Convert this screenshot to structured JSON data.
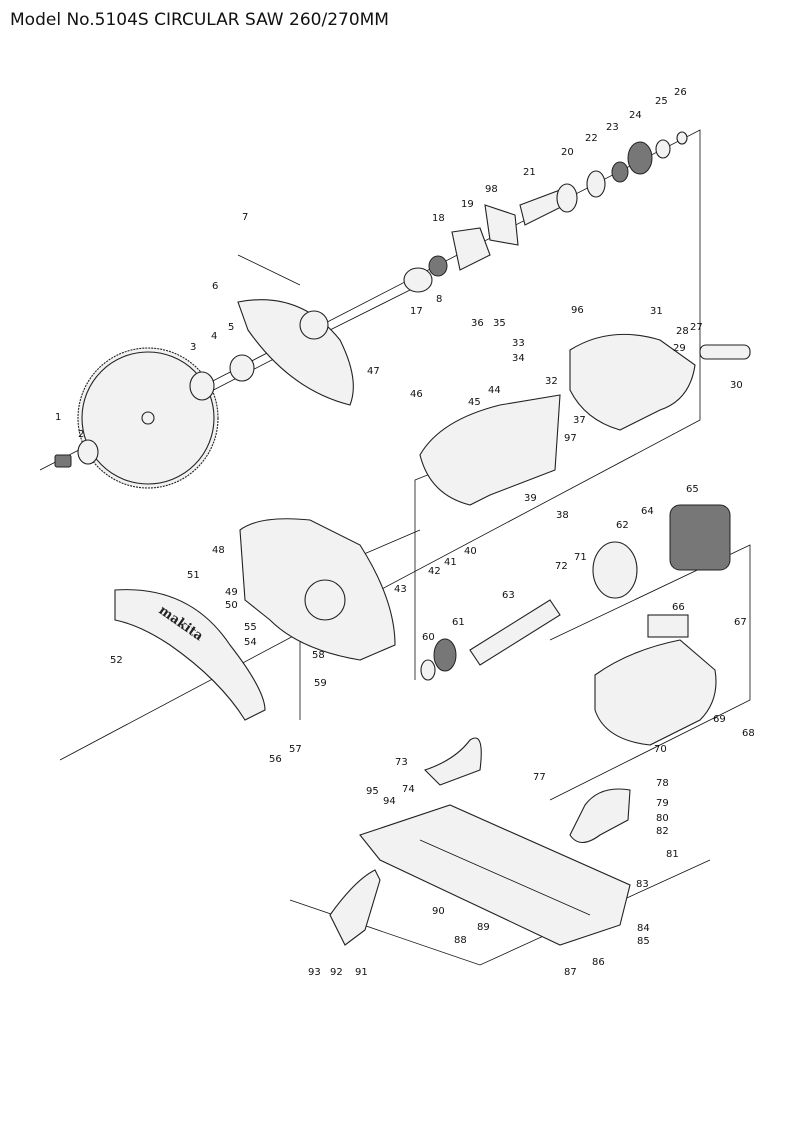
{
  "title": "Model No.5104S CIRCULAR SAW 260/270MM",
  "brand": "makita",
  "part_numbers": [
    "1",
    "2",
    "3",
    "4",
    "5",
    "6",
    "7",
    "8",
    "17",
    "18",
    "19",
    "98",
    "21",
    "20",
    "22",
    "23",
    "24",
    "25",
    "26",
    "36",
    "35",
    "33",
    "34",
    "96",
    "31",
    "28",
    "27",
    "29",
    "30",
    "32",
    "47",
    "46",
    "44",
    "45",
    "37",
    "97",
    "39",
    "38",
    "48",
    "40",
    "41",
    "42",
    "43",
    "65",
    "64",
    "62",
    "72",
    "71",
    "63",
    "61",
    "60",
    "58",
    "59",
    "51",
    "49",
    "50",
    "55",
    "54",
    "52",
    "57",
    "56",
    "66",
    "67",
    "69",
    "68",
    "70",
    "73",
    "74",
    "95",
    "94",
    "77",
    "78",
    "79",
    "80",
    "82",
    "81",
    "83",
    "90",
    "89",
    "88",
    "84",
    "85",
    "86",
    "87",
    "93",
    "92",
    "91"
  ]
}
